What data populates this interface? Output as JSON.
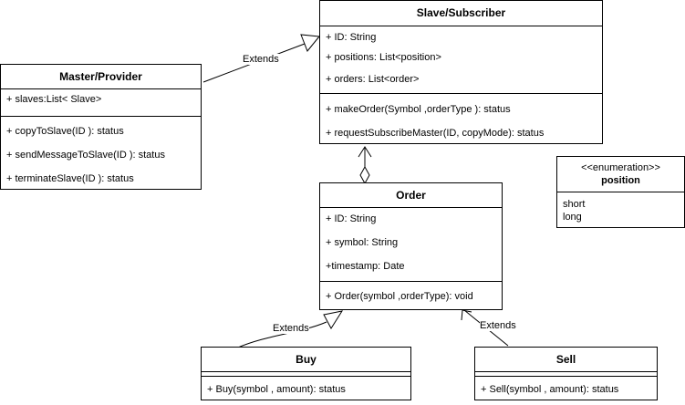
{
  "slave": {
    "title": "Slave/Subscriber",
    "attributes": [
      "+ ID: String",
      "+ positions: List<position>",
      "+ orders: List<order>"
    ],
    "methods": [
      "+ makeOrder(Symbol ,orderType ): status",
      "+ requestSubscribeMaster(ID, copyMode): status"
    ]
  },
  "master": {
    "title": "Master/Provider",
    "attributes": [
      "+ slaves:List< Slave>"
    ],
    "methods": [
      "+ copyToSlave(ID ): status",
      "+ sendMessageToSlave(ID ): status",
      "+ terminateSlave(ID ): status"
    ]
  },
  "order": {
    "title": "Order",
    "attributes": [
      "+ ID: String",
      "+ symbol: String",
      "+timestamp: Date"
    ],
    "methods": [
      "+ Order(symbol ,orderType): void"
    ]
  },
  "buy": {
    "title": "Buy",
    "methods": [
      "+ Buy(symbol , amount): status"
    ]
  },
  "sell": {
    "title": "Sell",
    "methods": [
      "+ Sell(symbol , amount): status"
    ]
  },
  "position_enum": {
    "stereotype": "<<enumeration>>",
    "name": "position",
    "values": [
      "short",
      "long"
    ]
  },
  "relations": {
    "master_extends": "Extends",
    "buy_extends": "Extends",
    "sell_extends": "Extends"
  }
}
